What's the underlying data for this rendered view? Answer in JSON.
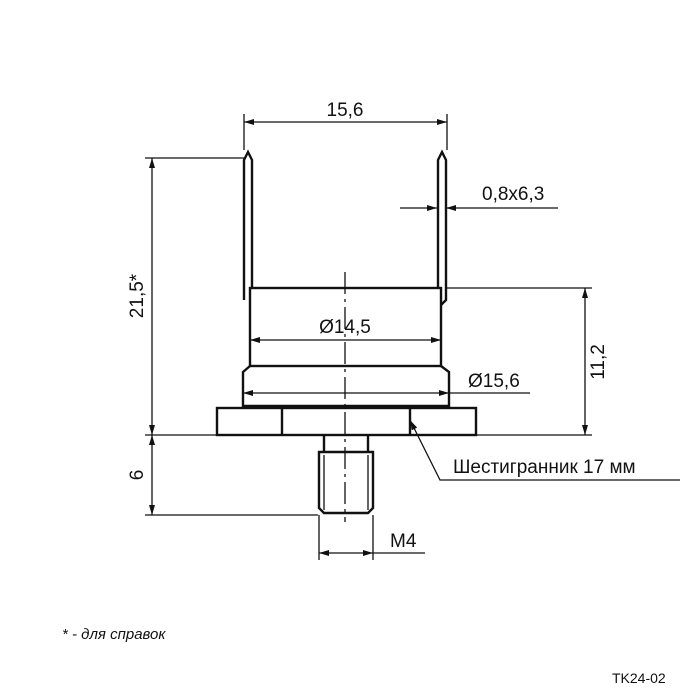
{
  "dimensions": {
    "top_width": "15,6",
    "terminal_size": "0,8x6,3",
    "height_total": "21,5*",
    "body_height": "11,2",
    "diameter_body": "Ø14,5",
    "diameter_base": "Ø15,6",
    "stud_length": "6",
    "thread": "M4"
  },
  "callouts": {
    "hex": "Шестигранник 17 мм"
  },
  "footnote": "* - для справок",
  "drawing_code": "TK24-02"
}
